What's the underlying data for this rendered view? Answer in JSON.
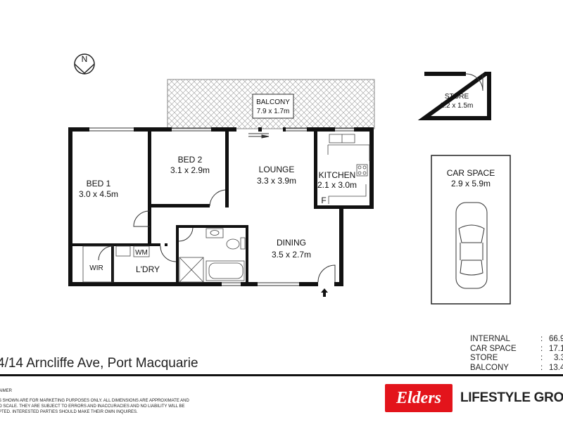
{
  "plan": {
    "compass": "N",
    "rooms": {
      "balcony": {
        "name": "BALCONY",
        "size": "7.9 x 1.7m"
      },
      "bed1": {
        "name": "BED 1",
        "size": "3.0 x 4.5m"
      },
      "bed2": {
        "name": "BED 2",
        "size": "3.1 x 2.9m"
      },
      "lounge": {
        "name": "LOUNGE",
        "size": "3.3 x 3.9m"
      },
      "kitchen": {
        "name": "KITCHEN",
        "size": "2.1 x 3.0m"
      },
      "fridge": "F",
      "dining": {
        "name": "DINING",
        "size": "3.5 x 2.7m"
      },
      "wir": "WIR",
      "laundry": "L'DRY",
      "wm": "WM",
      "store": {
        "name": "STORE",
        "size": "2.2 x 1.5m"
      },
      "car_space": {
        "name": "CAR SPACE",
        "size": "2.9 x 5.9m"
      }
    }
  },
  "address": "4/14 Arncliffe Ave, Port Macquarie",
  "areas": [
    {
      "label": "INTERNAL",
      "value": "66.9"
    },
    {
      "label": "CAR SPACE",
      "value": "17.1"
    },
    {
      "label": "STORE",
      "value": "3.3"
    },
    {
      "label": "BALCONY",
      "value": "13.4"
    }
  ],
  "disclaimer": {
    "heading": "AIMER",
    "lines": [
      "S SHOWN ARE FOR MARKETING PURPOSES ONLY. ALL DIMENSIONS ARE APPROXIMATE AND",
      "O SCALE. THEY ARE SUBJECT TO ERRORS AND INACCURACIES AND NO LIABILITY WILL BE",
      "PTED. INTERESTED PARTIES SHOULD MAKE THEIR OWN INQUIRES."
    ]
  },
  "logo": {
    "text": "Elders",
    "color": "#e3141b"
  },
  "brand": "LIFESTYLE GRO"
}
